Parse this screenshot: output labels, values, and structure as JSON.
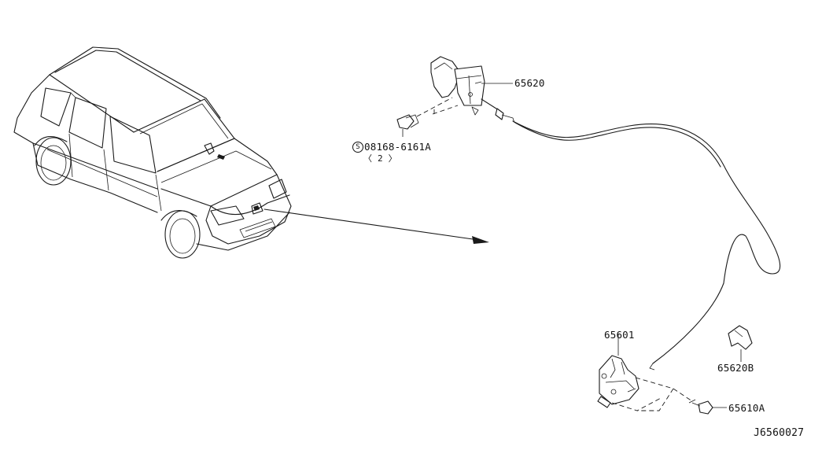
{
  "parts": {
    "hood_handle": "65620",
    "bolt_number": "08168-6161A",
    "bolt_marker": "S",
    "bolt_qty": "〈 2 〉",
    "hood_lock": "65601",
    "lock_clip": "65620B",
    "lock_bolt": "65610A"
  },
  "diagram_id": "J6560027",
  "colors": {
    "line": "#1a1a1a",
    "background": "#ffffff"
  }
}
